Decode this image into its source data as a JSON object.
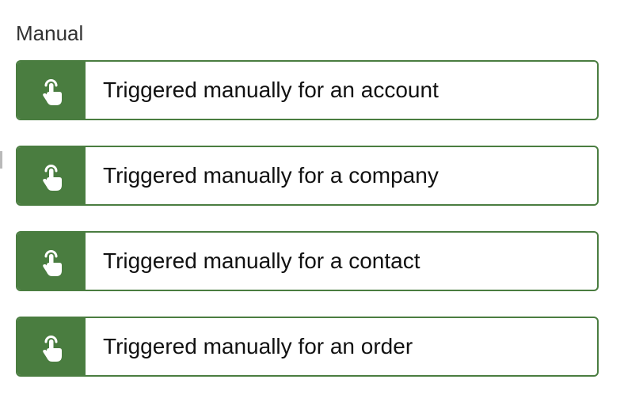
{
  "section": {
    "title": "Manual"
  },
  "triggers": [
    {
      "label": "Triggered manually for an account",
      "icon": "hand-pointer-icon"
    },
    {
      "label": "Triggered manually for a company",
      "icon": "hand-pointer-icon"
    },
    {
      "label": "Triggered manually for a contact",
      "icon": "hand-pointer-icon"
    },
    {
      "label": "Triggered manually for an order",
      "icon": "hand-pointer-icon"
    }
  ],
  "colors": {
    "accent": "#4a7d40",
    "text": "#111111",
    "title": "#333333"
  }
}
